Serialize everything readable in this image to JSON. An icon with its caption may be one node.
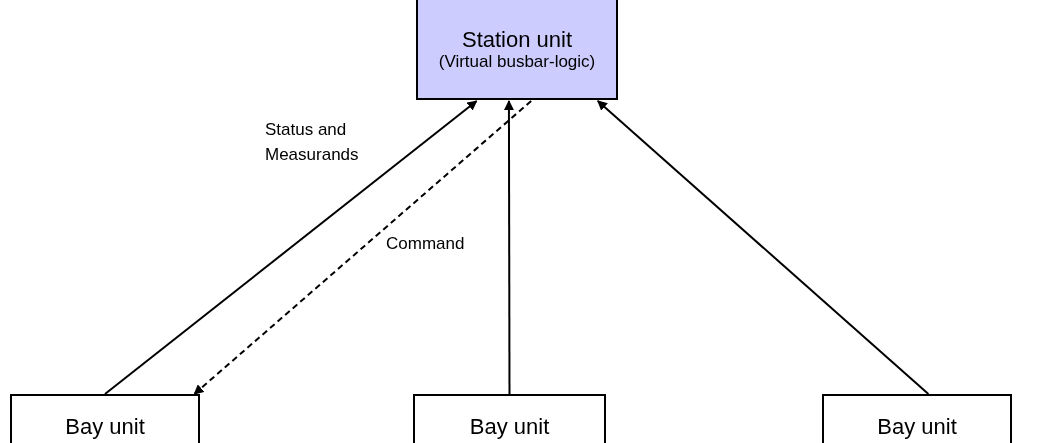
{
  "diagram": {
    "nodes": [
      {
        "text": [
          "Station unit",
          "(Virtual busbar-logic)"
        ]
      },
      {
        "text": [
          "Bay unit"
        ]
      },
      {
        "text": [
          "Bay unit"
        ]
      },
      {
        "text": [
          "Bay unit"
        ]
      }
    ],
    "edges": [
      {
        "from": 1,
        "to": 0,
        "arrow": "to",
        "label": "Status and Measurands"
      },
      {
        "from": 0,
        "to": 1,
        "arrow": "to",
        "style": "dashed",
        "label": "Command"
      },
      {
        "from": 2,
        "to": 0,
        "arrow": "to"
      },
      {
        "from": 3,
        "to": 0,
        "arrow": "to"
      }
    ]
  }
}
